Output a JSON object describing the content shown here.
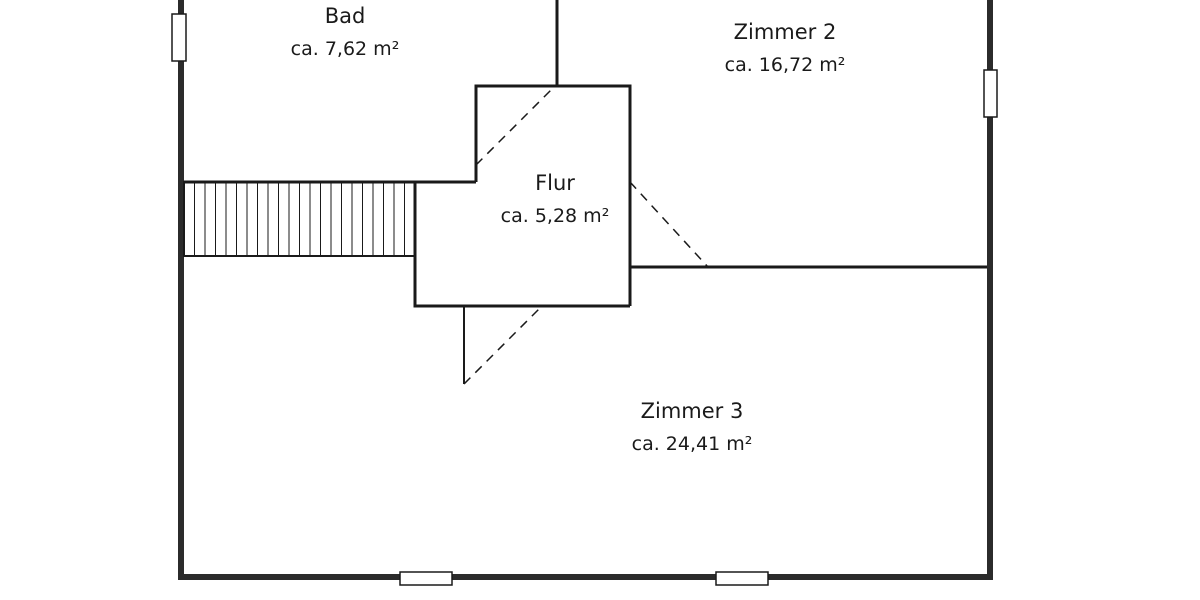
{
  "rooms": [
    {
      "id": "bad",
      "name": "Bad",
      "area": "ca. 7,62 m²"
    },
    {
      "id": "zimmer2",
      "name": "Zimmer 2",
      "area": "ca. 16,72 m²"
    },
    {
      "id": "flur",
      "name": "Flur",
      "area": "ca. 5,28 m²"
    },
    {
      "id": "zimmer3",
      "name": "Zimmer 3",
      "area": "ca. 24,41 m²"
    }
  ],
  "colors": {
    "wall": "#2b2b2b",
    "line": "#1a1a1a",
    "background": "#ffffff"
  }
}
